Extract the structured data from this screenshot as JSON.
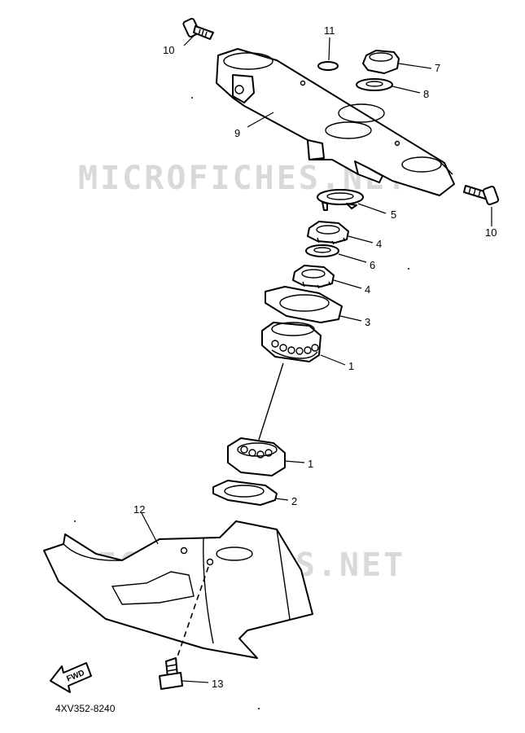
{
  "watermark": "MICROFICHES.NET",
  "diagram_code": "4XV352-8240",
  "fwd_label": "FWD",
  "callouts": {
    "c1a": "1",
    "c1b": "1",
    "c2": "2",
    "c3": "3",
    "c4a": "4",
    "c4b": "4",
    "c5": "5",
    "c6": "6",
    "c7": "7",
    "c8": "8",
    "c9": "9",
    "c10a": "10",
    "c10b": "10",
    "c11": "11",
    "c12": "12",
    "c13": "13"
  }
}
